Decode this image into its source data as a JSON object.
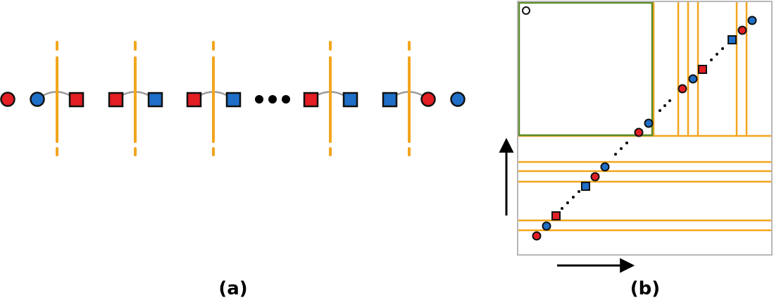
{
  "colors": {
    "red": "#e31e24",
    "blue": "#1f6fc8",
    "orange": "#f2a51d",
    "green": "#5b8c2a",
    "gray_arc": "#9a9a9a",
    "frame": "#b8b8b8",
    "outline": "#111111"
  },
  "panel_a": {
    "caption": "(a)",
    "ellipsis": "•••",
    "sequence": [
      {
        "shape": "circle",
        "color": "red"
      },
      {
        "shape": "circle",
        "color": "blue"
      },
      {
        "shape": "square",
        "color": "red"
      },
      {
        "shape": "square",
        "color": "red"
      },
      {
        "shape": "square",
        "color": "blue"
      },
      {
        "shape": "square",
        "color": "red"
      },
      {
        "shape": "square",
        "color": "blue"
      },
      {
        "shape": "ellipsis"
      },
      {
        "shape": "square",
        "color": "red"
      },
      {
        "shape": "square",
        "color": "blue"
      },
      {
        "shape": "square",
        "color": "blue"
      },
      {
        "shape": "circle",
        "color": "red"
      },
      {
        "shape": "circle",
        "color": "blue"
      }
    ],
    "cut_count": 5
  },
  "panel_b": {
    "caption": "(b)",
    "start_marker": "open-circle",
    "axis_arrows": [
      "x-arrow",
      "y-arrow"
    ],
    "diagonal_points": [
      {
        "shape": "circle",
        "color": "red"
      },
      {
        "shape": "circle",
        "color": "blue"
      },
      {
        "shape": "square",
        "color": "red"
      },
      {
        "shape": "ellipsis"
      },
      {
        "shape": "square",
        "color": "blue"
      },
      {
        "shape": "circle",
        "color": "red"
      },
      {
        "shape": "circle",
        "color": "blue"
      },
      {
        "shape": "ellipsis"
      },
      {
        "shape": "circle",
        "color": "red"
      },
      {
        "shape": "circle",
        "color": "blue"
      },
      {
        "shape": "ellipsis"
      },
      {
        "shape": "circle",
        "color": "red"
      },
      {
        "shape": "circle",
        "color": "blue"
      },
      {
        "shape": "square",
        "color": "red"
      },
      {
        "shape": "ellipsis"
      },
      {
        "shape": "square",
        "color": "blue"
      },
      {
        "shape": "circle",
        "color": "red"
      },
      {
        "shape": "circle",
        "color": "blue"
      }
    ]
  }
}
